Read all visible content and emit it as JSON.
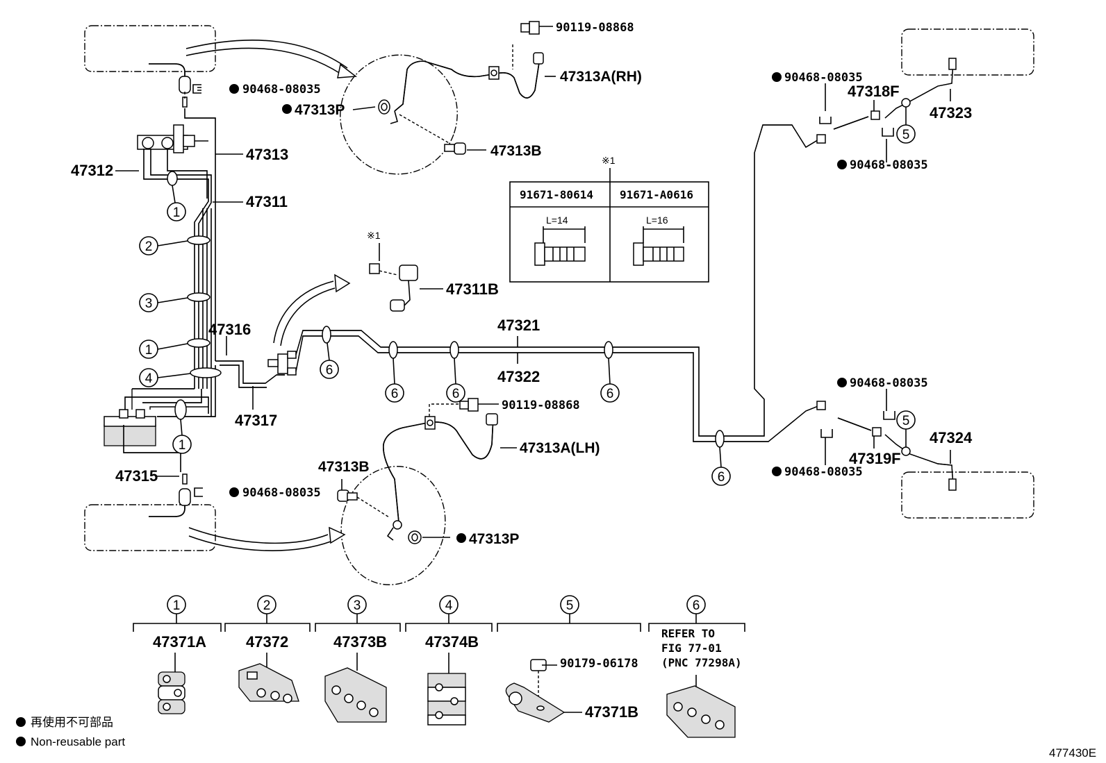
{
  "diagram_code": "477430E",
  "legend": {
    "jp": "再使用不可部品",
    "en": "Non-reusable part"
  },
  "note_mark": "※1",
  "parts": {
    "p_90119_08868_top": "90119-08868",
    "p_90119_08868_mid": "90119-08868",
    "p_47313A_RH": "47313A(RH)",
    "p_47313A_LH": "47313A(LH)",
    "p_90468_top_left": "90468-08035",
    "p_90468_bottom_left": "90468-08035",
    "p_90468_tr1": "90468-08035",
    "p_90468_tr2": "90468-08035",
    "p_90468_br1": "90468-08035",
    "p_90468_br2": "90468-08035",
    "p_47313P_top": "47313P",
    "p_47313P_bottom": "47313P",
    "p_47313B_top": "47313B",
    "p_47313B_bottom": "47313B",
    "p_47313": "47313",
    "p_47312": "47312",
    "p_47311": "47311",
    "p_47311B": "47311B",
    "p_47316": "47316",
    "p_47317": "47317",
    "p_47315": "47315",
    "p_47321": "47321",
    "p_47322": "47322",
    "p_47318F": "47318F",
    "p_47319F": "47319F",
    "p_47323": "47323",
    "p_47324": "47324"
  },
  "bolt_table": {
    "col1_pn": "91671-80614",
    "col2_pn": "91671-A0616",
    "col1_len": "L=14",
    "col2_len": "L=16"
  },
  "callouts": {
    "c1": "1",
    "c2": "2",
    "c3": "3",
    "c4": "4",
    "c5": "5",
    "c6": "6"
  },
  "clamp_legend": {
    "k1_num": "1",
    "k1_pn": "47371A",
    "k2_num": "2",
    "k2_pn": "47372",
    "k3_num": "3",
    "k3_pn": "47373B",
    "k4_num": "4",
    "k4_pn": "47374B",
    "k5_num": "5",
    "k5_pn_bolt": "90179-06178",
    "k5_pn": "47371B",
    "k6_num": "6",
    "k6_ref1": "REFER TO",
    "k6_ref2": "FIG 77-01",
    "k6_ref3": "(PNC 77298A)"
  }
}
